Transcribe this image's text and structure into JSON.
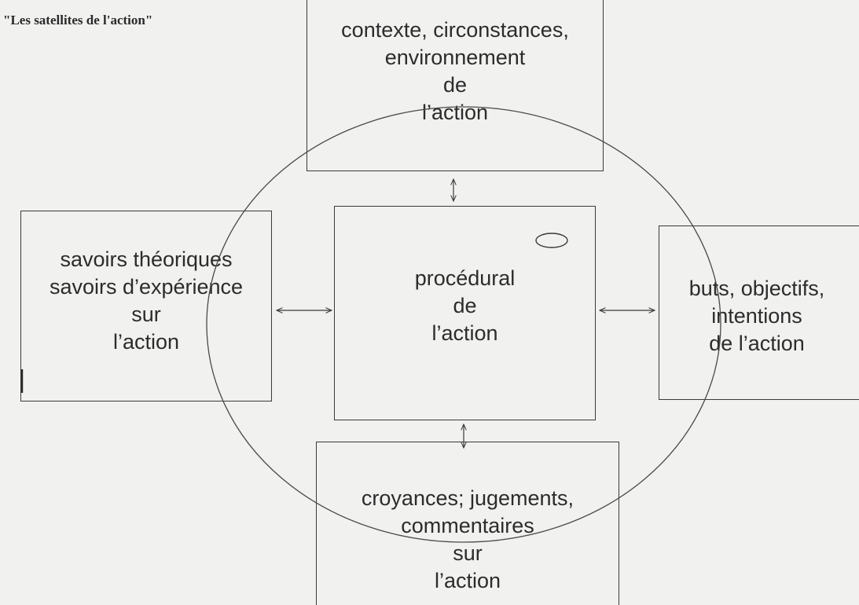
{
  "diagram": {
    "heading": "\"Les satellites de l'action\"",
    "top_box": {
      "lines": [
        "contexte, circonstances,",
        "environnement",
        "de",
        "l’action"
      ]
    },
    "center_box": {
      "lines": [
        "procédural",
        "de",
        "l’action"
      ]
    },
    "left_box": {
      "lines": [
        "savoirs théoriques",
        "savoirs d’expérience",
        "sur",
        "l’action"
      ]
    },
    "right_box": {
      "lines": [
        "buts, objectifs,",
        "intentions",
        "de l’action"
      ]
    },
    "bottom_box": {
      "lines": [
        "croyances; jugements,",
        "commentaires",
        "sur",
        "l’action"
      ]
    }
  },
  "colors": {
    "background": "#f1f1f0",
    "ink": "#2c2c2c",
    "line": "#3a3a3a"
  }
}
